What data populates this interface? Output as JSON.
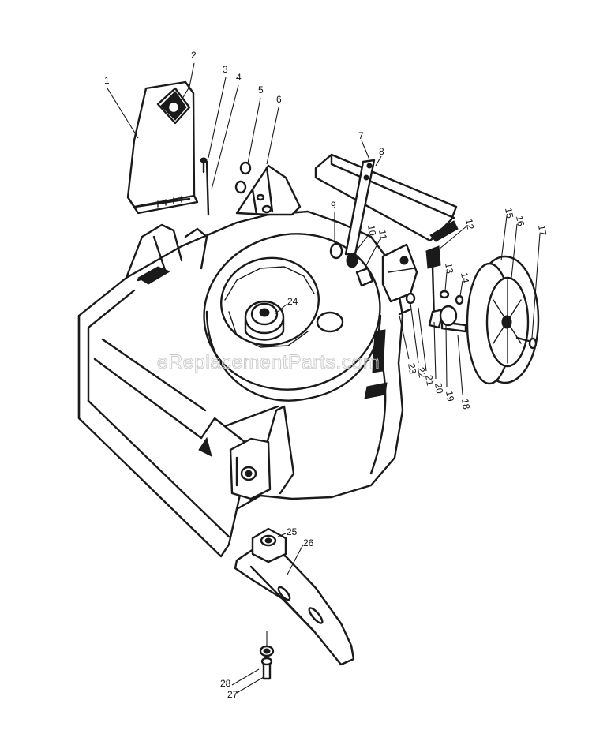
{
  "watermark": "eReplacementParts.com",
  "callouts": [
    {
      "id": "1",
      "label": "1"
    },
    {
      "id": "2",
      "label": "2"
    },
    {
      "id": "3",
      "label": "3"
    },
    {
      "id": "4",
      "label": "4"
    },
    {
      "id": "5",
      "label": "5"
    },
    {
      "id": "6",
      "label": "6"
    },
    {
      "id": "7",
      "label": "7"
    },
    {
      "id": "8",
      "label": "8"
    },
    {
      "id": "9",
      "label": "9"
    },
    {
      "id": "10",
      "label": "10"
    },
    {
      "id": "11",
      "label": "11"
    },
    {
      "id": "12",
      "label": "12"
    },
    {
      "id": "13",
      "label": "13"
    },
    {
      "id": "14",
      "label": "14"
    },
    {
      "id": "15",
      "label": "15"
    },
    {
      "id": "16",
      "label": "16"
    },
    {
      "id": "17",
      "label": "17"
    },
    {
      "id": "18",
      "label": "18"
    },
    {
      "id": "19",
      "label": "19"
    },
    {
      "id": "20",
      "label": "20"
    },
    {
      "id": "21",
      "label": "21"
    },
    {
      "id": "22",
      "label": "22"
    },
    {
      "id": "23",
      "label": "23"
    },
    {
      "id": "24",
      "label": "24"
    },
    {
      "id": "25",
      "label": "25"
    },
    {
      "id": "26",
      "label": "26"
    },
    {
      "id": "27",
      "label": "27"
    },
    {
      "id": "28",
      "label": "28"
    }
  ],
  "colors": {
    "ink": "#1a1a1a",
    "paper": "#ffffff",
    "watermark": "#c8c8c8"
  }
}
